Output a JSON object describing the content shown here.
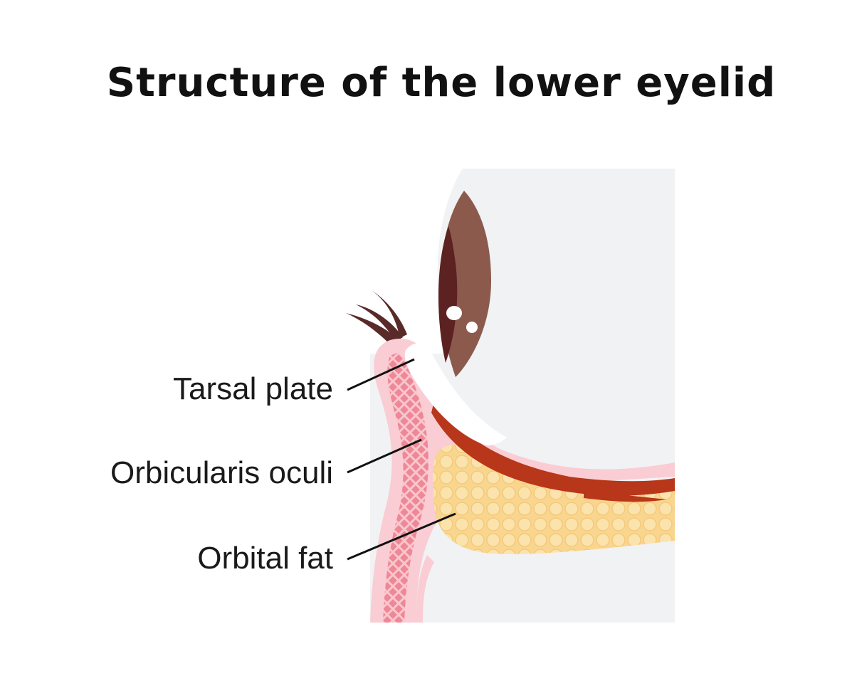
{
  "title": "Structure of the lower eyelid",
  "labels": {
    "tarsal_plate": "Tarsal plate",
    "orbicularis_oculi": "Orbicularis oculi",
    "orbital_fat": "Orbital fat"
  },
  "colors": {
    "background_panel": "#f1f2f4",
    "iris": "#8c5a4c",
    "iris_dark": "#5c2222",
    "eyelash": "#5a2a28",
    "skin": "#f7c9cf",
    "muscle": "#ef8a98",
    "fat": "#f9d690",
    "fat_cell": "#fbe0a8",
    "conjunctiva": "#b8361a",
    "tarsal_plate": "#ffffff"
  }
}
